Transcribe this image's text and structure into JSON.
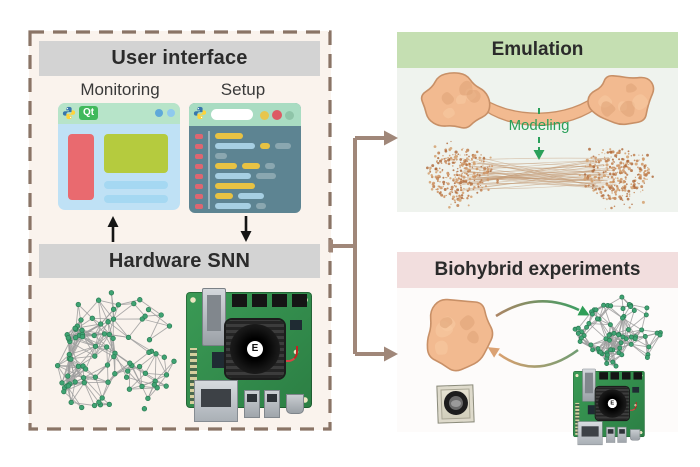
{
  "left_panel": {
    "title": "User interface",
    "monitoring_label": "Monitoring",
    "setup_label": "Setup",
    "qt_badge": "Qt",
    "hardware_title": "Hardware SNN"
  },
  "emulation_panel": {
    "title": "Emulation",
    "modeling_label": "Modeling"
  },
  "biohybrid_panel": {
    "title": "Biohybrid experiments"
  },
  "hardware": {
    "fan_logo_letter": "E"
  },
  "icons": {
    "python_icon": "python-logo",
    "qt_icon": "qt-logo",
    "monitoring_window_dots": "window-control-dots",
    "setup_window_dots": "traffic-light-dots",
    "up_arrow": "arrow-up",
    "down_arrow": "arrow-down",
    "connector": "branching-right-arrows",
    "modeling_arrow": "dashed-down-arrow",
    "cycle_arrows": "bidirectional-curved-arrows"
  },
  "colors": {
    "panel_border": "#8a7466",
    "left_panel_bg": "#faf3ed",
    "gray_header": "#d3d3d3",
    "header_text": "#2b2b2b",
    "emulation_header": "#c5dfb2",
    "emulation_body": "#eff3ee",
    "biohybrid_header": "#f2dede",
    "biohybrid_body": "#fdfbfa",
    "connector": "#a08779",
    "modeling_green": "#2aa05a",
    "node_green": "#3fa373",
    "node_stroke": "#2a7a52",
    "edge_gray": "#9e9e9e",
    "organoid_fill": "#f2ba90",
    "organoid_stroke": "#c89067",
    "organoid_shade": "#dfa377",
    "fiber_dot": "#c4824f",
    "fiber_line": "#c49a74",
    "mon_window_bg": "#bfe1f5",
    "mon_titlebar": "#b7e4c9",
    "qt_green": "#41b95c",
    "block_red": "#e96a6f",
    "block_lime": "#b5cb3e",
    "bar_blue": "#a5d8f2",
    "setup_body": "#5d8492",
    "setup_titlebar": "#a9dcc2",
    "code_yellow": "#e8c243",
    "code_blue": "#a6cfe2",
    "code_gray": "#8aa7b0",
    "code_red": "#dd6671",
    "arrow_black": "#151515"
  }
}
